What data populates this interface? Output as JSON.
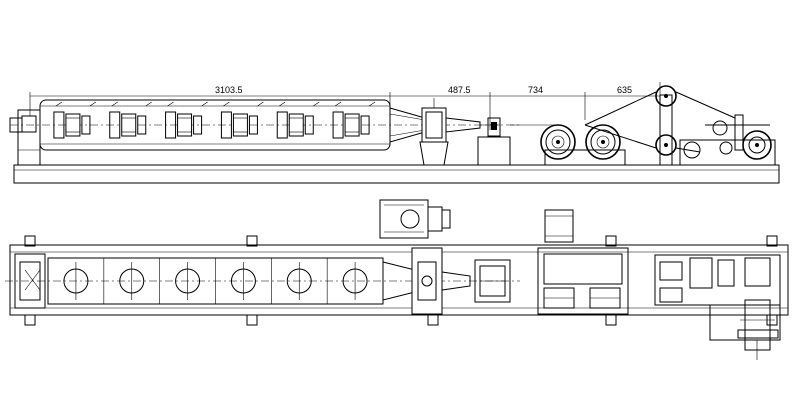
{
  "drawing": {
    "dimensions": [
      {
        "id": "cage_length",
        "label": "3103.5"
      },
      {
        "id": "gearbox_gap",
        "label": "487.5"
      },
      {
        "id": "capstan_gap",
        "label": "734"
      },
      {
        "id": "takeup_gap",
        "label": "635"
      }
    ],
    "cage_count": 6
  }
}
